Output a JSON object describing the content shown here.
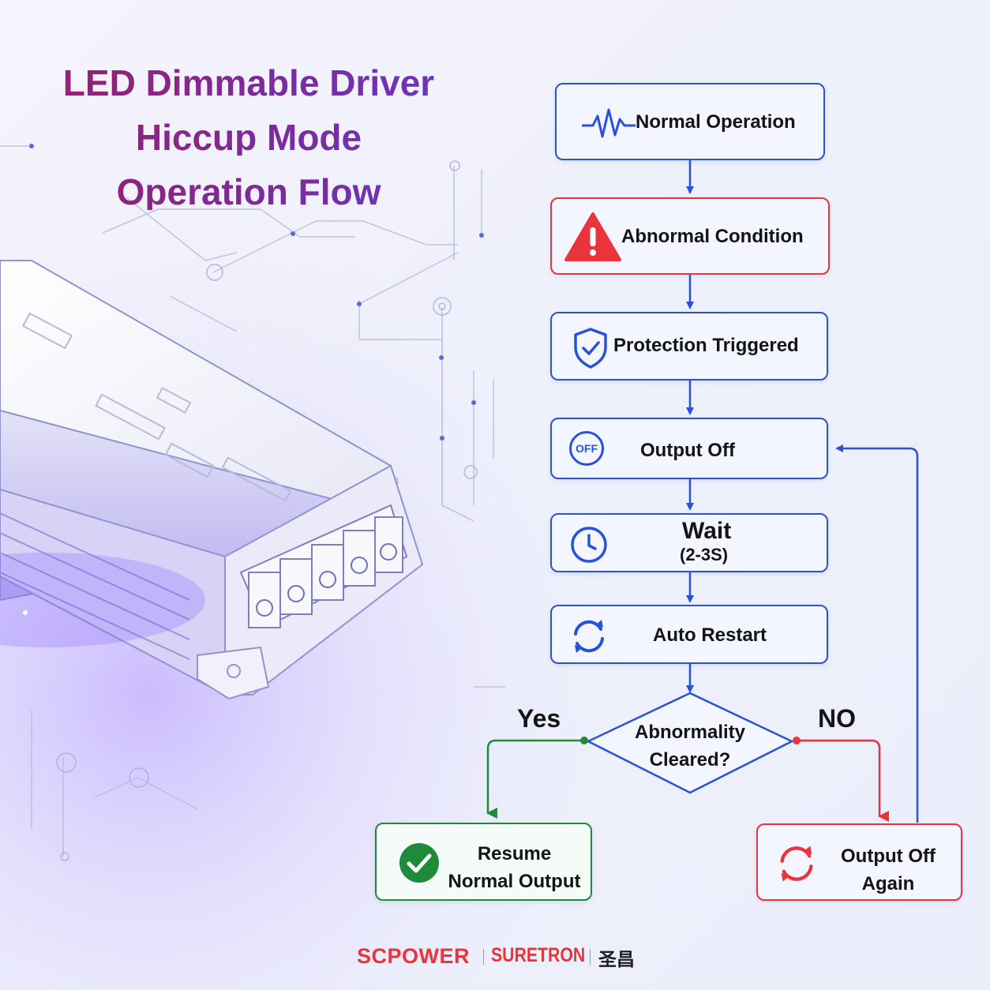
{
  "title": {
    "line1": "LED Dimmable Driver",
    "line2": "Hiccup Mode",
    "line3": "Operation Flow"
  },
  "nodes": {
    "normal_operation": "Normal Operation",
    "abnormal_condition": "Abnormal Condition",
    "protection_triggered": "Protection Triggered",
    "output_off": "Output Off",
    "off_icon_text": "OFF",
    "wait": "Wait",
    "wait_detail": "(2-3S)",
    "auto_restart": "Auto Restart",
    "decision_line1": "Abnormality",
    "decision_line2": "Cleared?",
    "resume_line1": "Resume",
    "resume_line2": "Normal Output",
    "output_off_again_line1": "Output Off",
    "output_off_again_line2": "Again"
  },
  "branches": {
    "yes": "Yes",
    "no": "NO"
  },
  "footer": {
    "brand1": "SCPOWER",
    "brand2": "SURETRON",
    "brand3": "圣昌"
  },
  "colors": {
    "flow_blue": "#2a52d8",
    "alert_red": "#e8343a",
    "ok_green": "#1f8a3a",
    "title_purple": "#7b2c9c"
  },
  "icons": [
    "waveform-icon",
    "warning-icon",
    "shield-check-icon",
    "off-icon",
    "clock-icon",
    "refresh-icon",
    "check-circle-icon",
    "refresh-red-icon"
  ]
}
